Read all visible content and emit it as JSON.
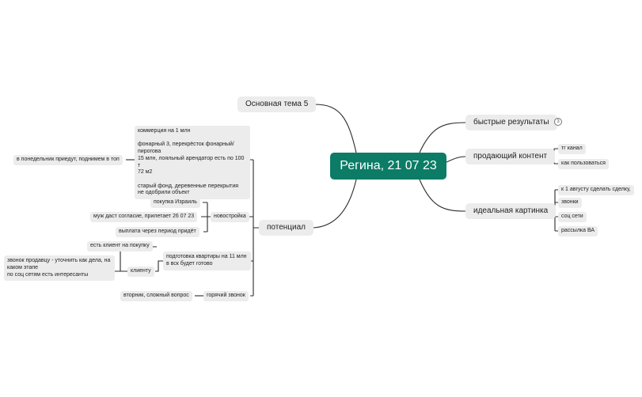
{
  "root": {
    "label": "Регина, 21 07 23"
  },
  "right_branches": {
    "quick_results": {
      "label": "быстрые результаты",
      "badge": "3"
    },
    "selling_content": {
      "label": "продающий контент",
      "children": [
        "тг канал",
        "как пользоваться"
      ]
    },
    "ideal_picture": {
      "label": "идеальная картинка",
      "children": [
        "к 1 августу сделать сделку,",
        "звонки",
        "соц сети",
        "рассылка ВА"
      ]
    }
  },
  "left_branches": {
    "main_topic_5": {
      "label": "Основная тема 5"
    },
    "potential": {
      "label": "потенциал",
      "info_lines": [
        "коммерция на 1 млн",
        "",
        "фонарный 3, перекрёсток фонарный/",
        "пирогова",
        "15 млн, лояльный арендатор есть по 100 т",
        "72 м2",
        "",
        "старый фонд, деревенные перекрытия",
        "не одобрили объект"
      ],
      "info_note": "в понедельник приедут, поднимем в топ",
      "new_building": {
        "label": "новостройка",
        "children": [
          "покупка Израиль",
          "муж даст согласие, прилетает 26 07 23",
          "выплата через период придёт"
        ]
      },
      "apartment_prep": {
        "label_lines": [
          "подготовка квартиры на 11 млн",
          "в вск будет готово"
        ],
        "client": {
          "label": "клиенту",
          "children": [
            "есть клиент на покупку"
          ],
          "note_lines": [
            "звонок продавцу - уточнить как дела, на",
            "каком этапе",
            "по соц сетям есть интересанты"
          ]
        }
      },
      "hot_call": {
        "label": "горячий звонок",
        "children": [
          "вторник, сложный вопрос"
        ]
      }
    }
  }
}
